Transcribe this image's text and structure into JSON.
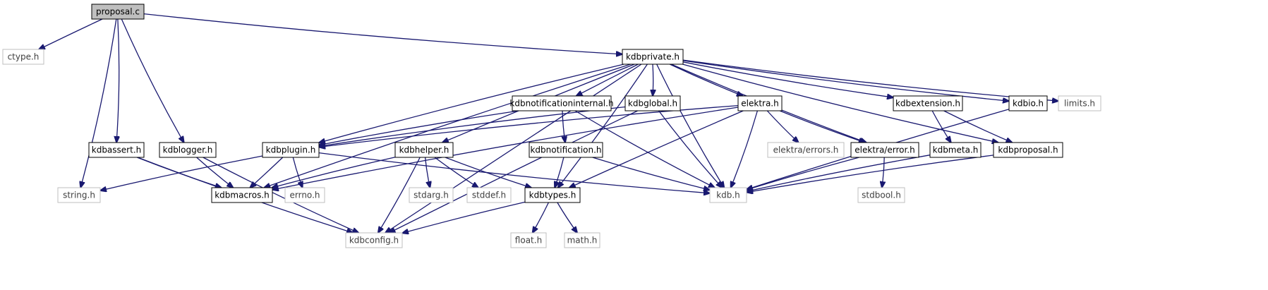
{
  "diagram": {
    "style": {
      "edge_color": "#191970",
      "box_fill_default": "#ffffff",
      "box_fill_root": "#bfbfbf",
      "text_default": "#000000",
      "text_external": "#404040",
      "border_default": "#000000",
      "border_external": "#bfbfbf"
    },
    "nodes": [
      {
        "id": "proposal_c",
        "label": "proposal.c",
        "kind": "root"
      },
      {
        "id": "ctype_h",
        "label": "ctype.h",
        "kind": "external"
      },
      {
        "id": "kdbprivate_h",
        "label": "kdbprivate.h",
        "kind": "internal"
      },
      {
        "id": "kdbnotificationinternal_h",
        "label": "kdbnotificationinternal.h",
        "kind": "internal"
      },
      {
        "id": "kdbglobal_h",
        "label": "kdbglobal.h",
        "kind": "internal"
      },
      {
        "id": "elektra_h",
        "label": "elektra.h",
        "kind": "internal"
      },
      {
        "id": "kdbextension_h",
        "label": "kdbextension.h",
        "kind": "internal"
      },
      {
        "id": "kdbio_h",
        "label": "kdbio.h",
        "kind": "internal"
      },
      {
        "id": "limits_h",
        "label": "limits.h",
        "kind": "external"
      },
      {
        "id": "kdbassert_h",
        "label": "kdbassert.h",
        "kind": "internal"
      },
      {
        "id": "kdblogger_h",
        "label": "kdblogger.h",
        "kind": "internal"
      },
      {
        "id": "kdbplugin_h",
        "label": "kdbplugin.h",
        "kind": "internal"
      },
      {
        "id": "kdbhelper_h",
        "label": "kdbhelper.h",
        "kind": "internal"
      },
      {
        "id": "kdbnotification_h",
        "label": "kdbnotification.h",
        "kind": "internal"
      },
      {
        "id": "elektra_errors_h",
        "label": "elektra/errors.h",
        "kind": "external"
      },
      {
        "id": "elektra_error_h",
        "label": "elektra/error.h",
        "kind": "internal"
      },
      {
        "id": "kdbmeta_h",
        "label": "kdbmeta.h",
        "kind": "internal"
      },
      {
        "id": "kdbproposal_h",
        "label": "kdbproposal.h",
        "kind": "internal"
      },
      {
        "id": "string_h",
        "label": "string.h",
        "kind": "external"
      },
      {
        "id": "kdbmacros_h",
        "label": "kdbmacros.h",
        "kind": "internal"
      },
      {
        "id": "errno_h",
        "label": "errno.h",
        "kind": "external"
      },
      {
        "id": "stdarg_h",
        "label": "stdarg.h",
        "kind": "external"
      },
      {
        "id": "stddef_h",
        "label": "stddef.h",
        "kind": "external"
      },
      {
        "id": "kdbtypes_h",
        "label": "kdbtypes.h",
        "kind": "internal"
      },
      {
        "id": "kdb_h",
        "label": "kdb.h",
        "kind": "external"
      },
      {
        "id": "stdbool_h",
        "label": "stdbool.h",
        "kind": "external"
      },
      {
        "id": "kdbconfig_h",
        "label": "kdbconfig.h",
        "kind": "external"
      },
      {
        "id": "float_h",
        "label": "float.h",
        "kind": "external"
      },
      {
        "id": "math_h",
        "label": "math.h",
        "kind": "external"
      }
    ],
    "edges": [
      {
        "from": "proposal_c",
        "to": "ctype_h"
      },
      {
        "from": "proposal_c",
        "to": "kdbprivate_h"
      },
      {
        "from": "proposal_c",
        "to": "string_h"
      },
      {
        "from": "proposal_c",
        "to": "kdbassert_h"
      },
      {
        "from": "proposal_c",
        "to": "kdblogger_h"
      },
      {
        "from": "kdbprivate_h",
        "to": "kdbnotificationinternal_h"
      },
      {
        "from": "kdbprivate_h",
        "to": "kdbglobal_h"
      },
      {
        "from": "kdbprivate_h",
        "to": "elektra_h"
      },
      {
        "from": "kdbprivate_h",
        "to": "kdbextension_h"
      },
      {
        "from": "kdbprivate_h",
        "to": "kdbio_h"
      },
      {
        "from": "kdbprivate_h",
        "to": "limits_h"
      },
      {
        "from": "kdbprivate_h",
        "to": "kdbplugin_h"
      },
      {
        "from": "kdbprivate_h",
        "to": "kdbhelper_h"
      },
      {
        "from": "kdbprivate_h",
        "to": "kdbmacros_h"
      },
      {
        "from": "kdbprivate_h",
        "to": "kdbconfig_h"
      },
      {
        "from": "kdbprivate_h",
        "to": "kdbtypes_h"
      },
      {
        "from": "kdbprivate_h",
        "to": "kdb_h"
      },
      {
        "from": "kdbprivate_h",
        "to": "elektra_error_h"
      },
      {
        "from": "kdbprivate_h",
        "to": "kdbproposal_h"
      },
      {
        "from": "kdbnotificationinternal_h",
        "to": "kdbplugin_h"
      },
      {
        "from": "kdbnotificationinternal_h",
        "to": "kdbnotification_h"
      },
      {
        "from": "kdbnotificationinternal_h",
        "to": "kdb_h"
      },
      {
        "from": "kdbglobal_h",
        "to": "kdbplugin_h"
      },
      {
        "from": "kdbglobal_h",
        "to": "kdb_h"
      },
      {
        "from": "kdbglobal_h",
        "to": "kdbconfig_h"
      },
      {
        "from": "elektra_h",
        "to": "kdbplugin_h"
      },
      {
        "from": "elektra_h",
        "to": "kdbmacros_h"
      },
      {
        "from": "elektra_h",
        "to": "kdbtypes_h"
      },
      {
        "from": "elektra_h",
        "to": "elektra_errors_h"
      },
      {
        "from": "elektra_h",
        "to": "elektra_error_h"
      },
      {
        "from": "elektra_h",
        "to": "kdb_h"
      },
      {
        "from": "kdbextension_h",
        "to": "kdbmeta_h"
      },
      {
        "from": "kdbextension_h",
        "to": "kdbproposal_h"
      },
      {
        "from": "kdbio_h",
        "to": "kdb_h"
      },
      {
        "from": "kdbassert_h",
        "to": "kdbmacros_h"
      },
      {
        "from": "kdbassert_h",
        "to": "kdbconfig_h"
      },
      {
        "from": "kdblogger_h",
        "to": "kdbmacros_h"
      },
      {
        "from": "kdblogger_h",
        "to": "kdbconfig_h"
      },
      {
        "from": "kdbplugin_h",
        "to": "string_h"
      },
      {
        "from": "kdbplugin_h",
        "to": "kdbmacros_h"
      },
      {
        "from": "kdbplugin_h",
        "to": "errno_h"
      },
      {
        "from": "kdbplugin_h",
        "to": "kdb_h"
      },
      {
        "from": "kdbhelper_h",
        "to": "kdbmacros_h"
      },
      {
        "from": "kdbhelper_h",
        "to": "kdbconfig_h"
      },
      {
        "from": "kdbhelper_h",
        "to": "stdarg_h"
      },
      {
        "from": "kdbhelper_h",
        "to": "stddef_h"
      },
      {
        "from": "kdbhelper_h",
        "to": "kdbtypes_h"
      },
      {
        "from": "kdbnotification_h",
        "to": "kdbtypes_h"
      },
      {
        "from": "kdbnotification_h",
        "to": "kdb_h"
      },
      {
        "from": "elektra_error_h",
        "to": "kdb_h"
      },
      {
        "from": "elektra_error_h",
        "to": "stdbool_h"
      },
      {
        "from": "kdbmeta_h",
        "to": "kdb_h"
      },
      {
        "from": "kdbproposal_h",
        "to": "kdb_h"
      },
      {
        "from": "kdbtypes_h",
        "to": "kdbconfig_h"
      },
      {
        "from": "kdbtypes_h",
        "to": "float_h"
      },
      {
        "from": "kdbtypes_h",
        "to": "math_h"
      }
    ]
  }
}
